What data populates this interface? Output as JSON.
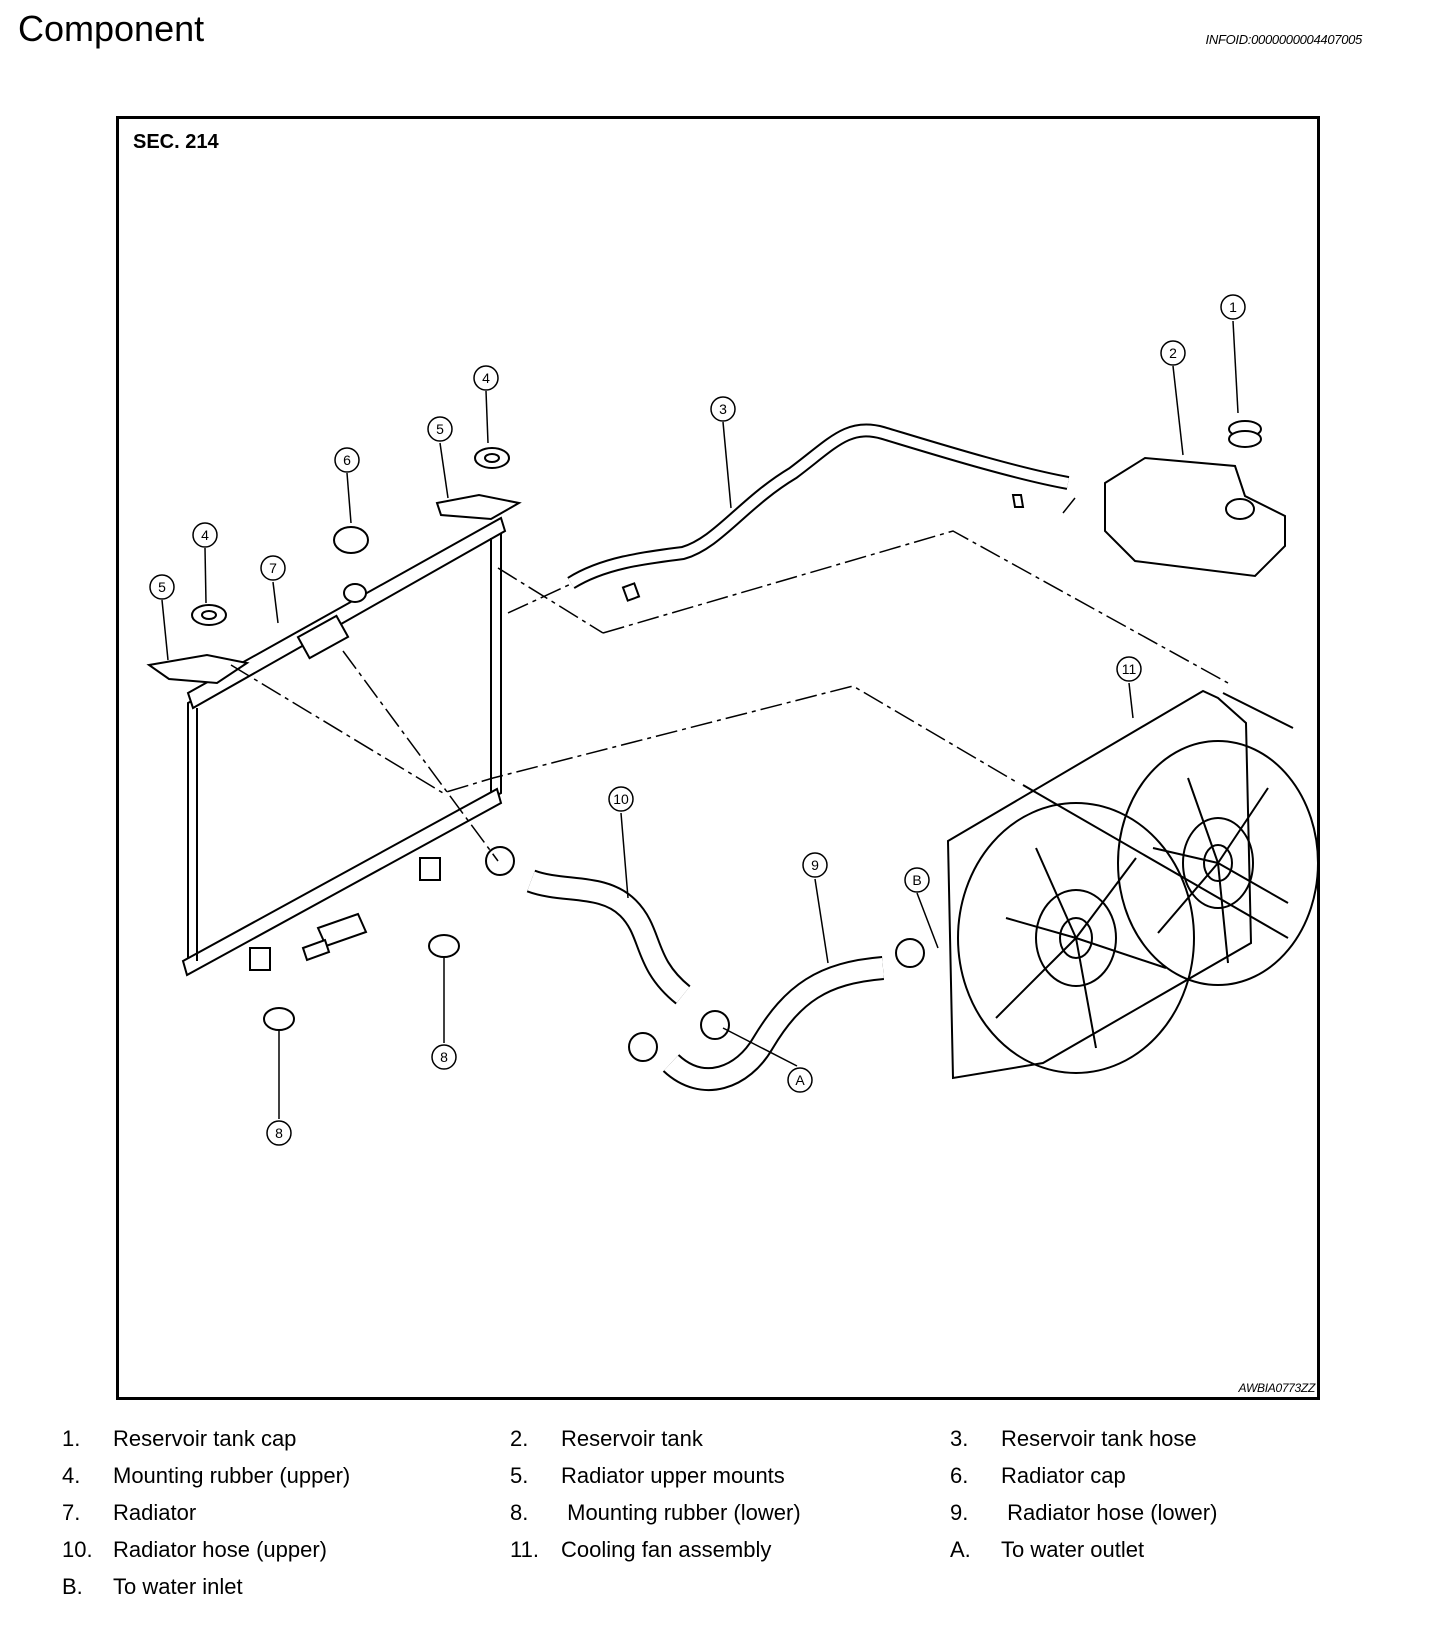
{
  "header": {
    "title": "Component",
    "info_id": "INFOID:0000000004407005"
  },
  "figure": {
    "section": "SEC. 214",
    "code": "AWBIA0773ZZ",
    "callouts": {
      "c1": "1",
      "c2": "2",
      "c3": "3",
      "c4a": "4",
      "c4b": "4",
      "c5a": "5",
      "c5b": "5",
      "c6": "6",
      "c7": "7",
      "c8a": "8",
      "c8b": "8",
      "c9": "9",
      "c10": "10",
      "c11": "11",
      "cA": "A",
      "cB": "B"
    }
  },
  "legend": [
    {
      "num": "1.",
      "label": "Reservoir tank cap"
    },
    {
      "num": "2.",
      "label": "Reservoir tank"
    },
    {
      "num": "3.",
      "label": "Reservoir tank hose"
    },
    {
      "num": "4.",
      "label": "Mounting rubber (upper)"
    },
    {
      "num": "5.",
      "label": "Radiator upper mounts"
    },
    {
      "num": "6.",
      "label": "Radiator cap"
    },
    {
      "num": "7.",
      "label": "Radiator"
    },
    {
      "num": "8.",
      "label": " Mounting rubber (lower)"
    },
    {
      "num": "9.",
      "label": " Radiator hose (lower)"
    },
    {
      "num": "10.",
      "label": "Radiator hose (upper)"
    },
    {
      "num": "11.",
      "label": "Cooling fan assembly"
    },
    {
      "num": "A.",
      "label": "To water outlet"
    },
    {
      "num": "B.",
      "label": "To water inlet"
    }
  ]
}
